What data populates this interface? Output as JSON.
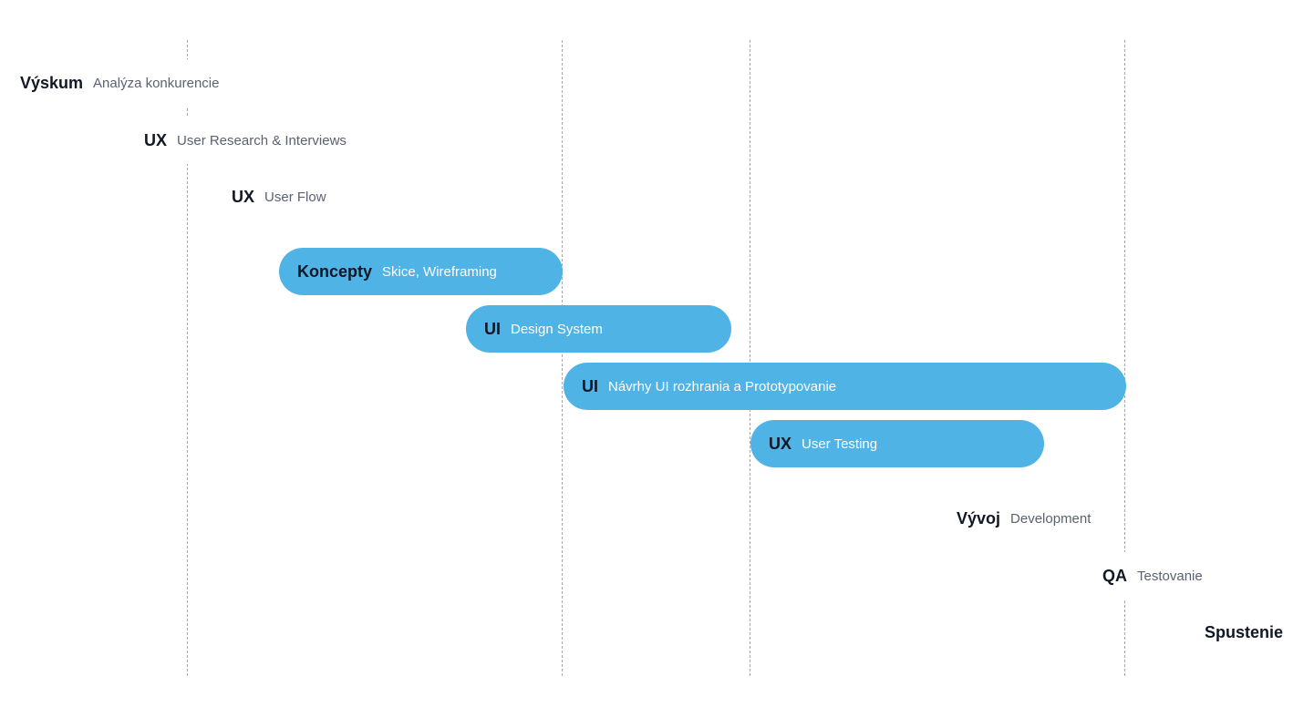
{
  "colors": {
    "bar": "#4fb3e6",
    "label": "#121725",
    "description": "#5b6170",
    "active_description": "#ffffff",
    "gridline": "#a8a8a8"
  },
  "tasks": [
    {
      "label": "Výskum",
      "description": "Analýza konkurencie",
      "highlighted": false
    },
    {
      "label": "UX",
      "description": "User Research & Interviews",
      "highlighted": false
    },
    {
      "label": "UX",
      "description": "User Flow",
      "highlighted": false
    },
    {
      "label": "Koncepty",
      "description": "Skice, Wireframing",
      "highlighted": true
    },
    {
      "label": "UI",
      "description": "Design System",
      "highlighted": true
    },
    {
      "label": "UI",
      "description": "Návrhy UI rozhrania a Prototypovanie",
      "highlighted": true
    },
    {
      "label": "UX",
      "description": "User Testing",
      "highlighted": true
    },
    {
      "label": "Vývoj",
      "description": "Development",
      "highlighted": false
    },
    {
      "label": "QA",
      "description": "Testovanie",
      "highlighted": false
    },
    {
      "label": "Spustenie",
      "description": "",
      "highlighted": false
    }
  ]
}
